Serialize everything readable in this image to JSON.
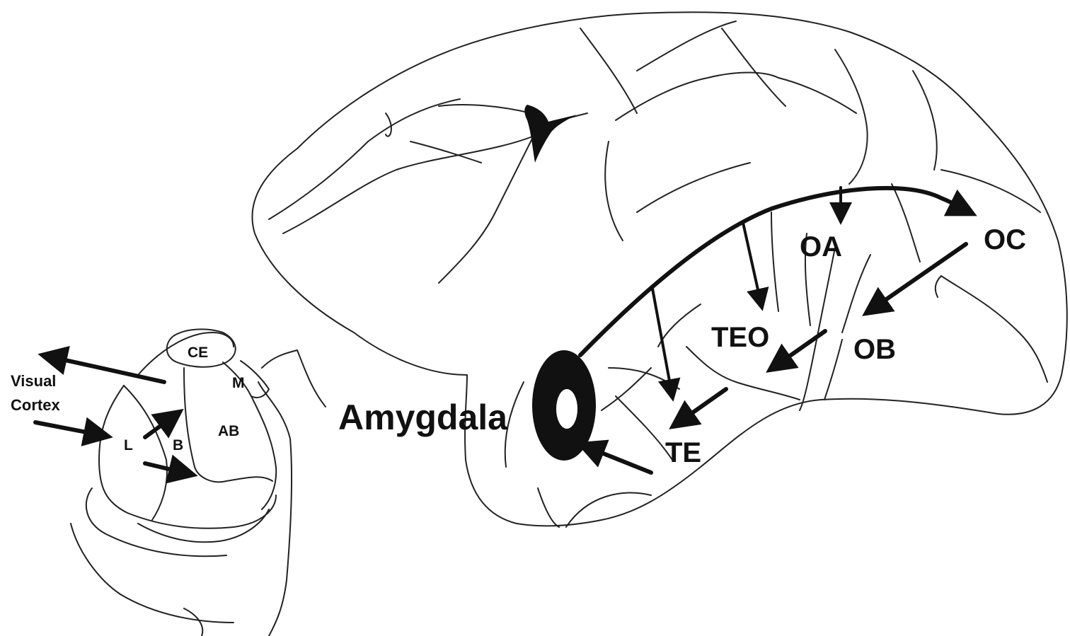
{
  "labels": {
    "amygdala": "Amygdala",
    "oc": "OC",
    "oa": "OA",
    "ob": "OB",
    "teo": "TEO",
    "te": "TE",
    "visual": "Visual",
    "cortex": "Cortex",
    "ce": "CE",
    "m": "M",
    "ab": "AB",
    "l": "L",
    "b": "B"
  },
  "colors": {
    "ink": "#111111",
    "line": "#222222",
    "background": "#ffffff"
  }
}
